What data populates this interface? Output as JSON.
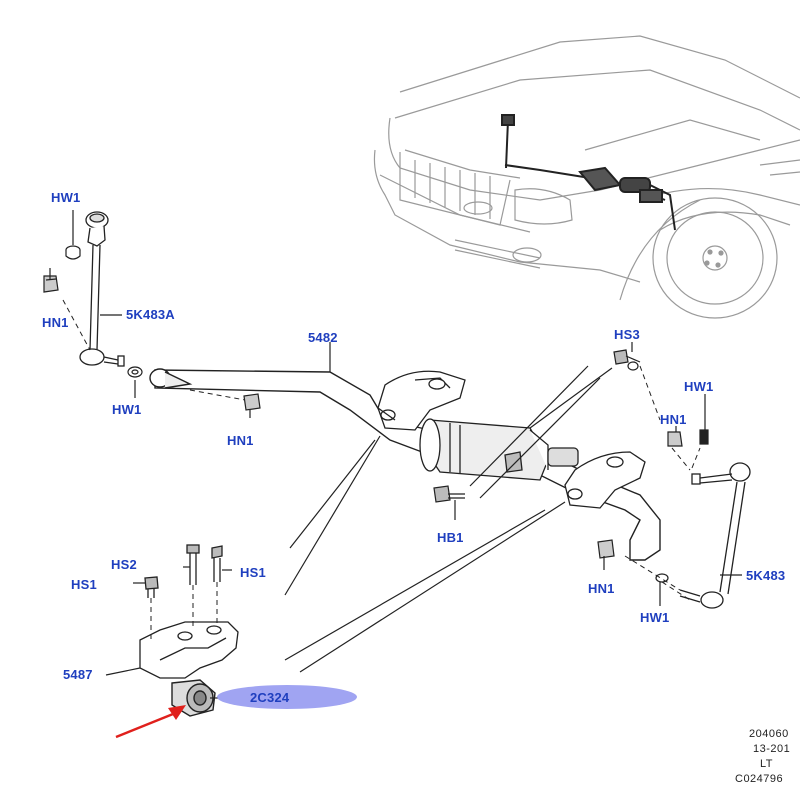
{
  "callouts": {
    "hw1_top_left": "HW1",
    "hn1_top_left": "HN1",
    "link_left": "5K483A",
    "bar": "5482",
    "hw1_left_mid": "HW1",
    "hn1_left_mid": "HN1",
    "hs3": "HS3",
    "hw1_right": "HW1",
    "hn1_right": "HN1",
    "hb1": "HB1",
    "hs2": "HS2",
    "hs1_left": "HS1",
    "hs1_mid": "HS1",
    "hn1_bottom_right": "HN1",
    "hw1_bottom_right": "HW1",
    "link_right": "5K483",
    "clamp": "5487",
    "bushing": "2C324"
  },
  "reference": {
    "line1": "204060",
    "line2": "13-201",
    "line3": "LT",
    "line4": "C024796"
  },
  "colors": {
    "callout_text": "#1f3fbf",
    "highlight": "#8f94f0",
    "arrow": "#e0201c",
    "linework": "#222222"
  }
}
